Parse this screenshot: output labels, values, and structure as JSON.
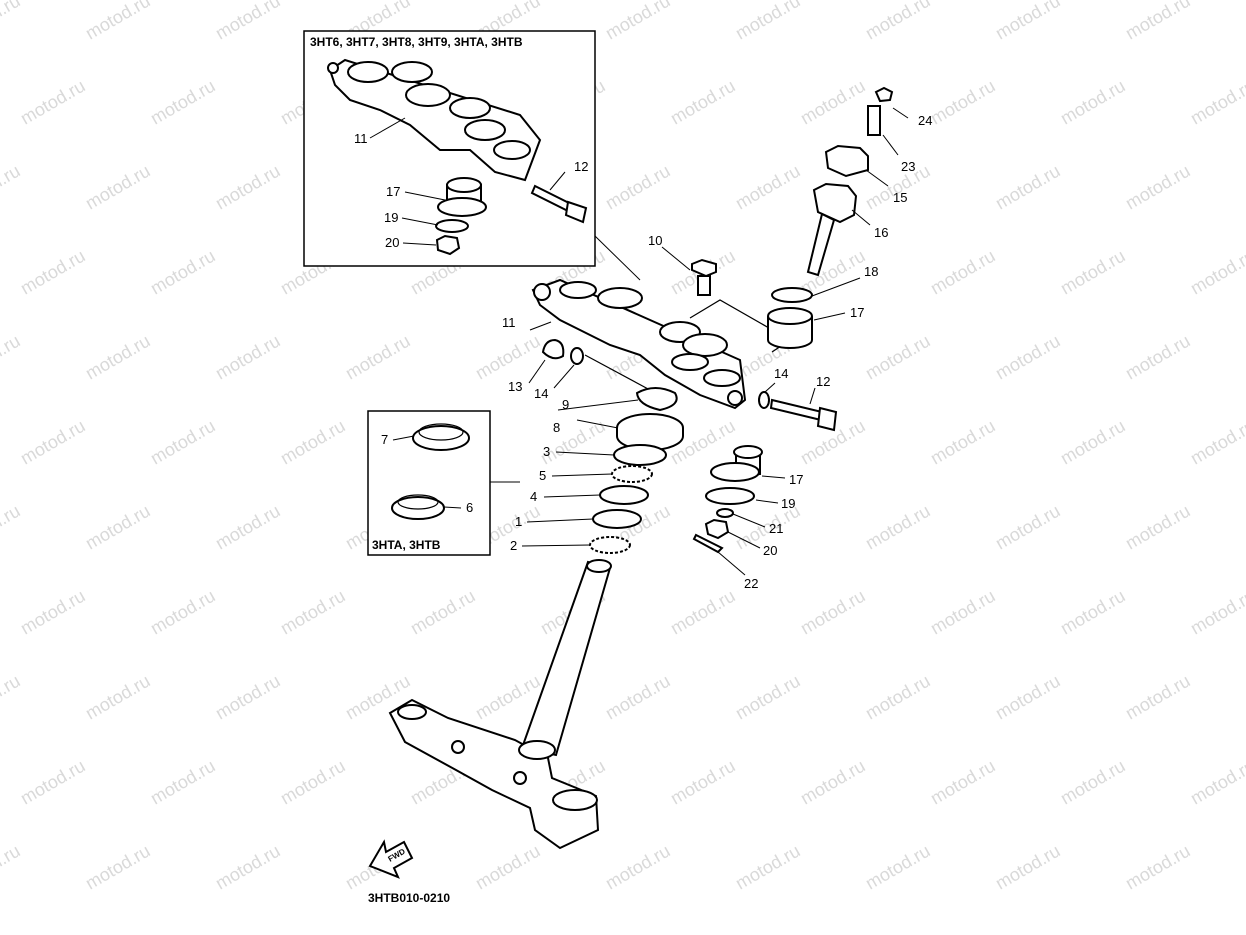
{
  "watermark": "motod.ru",
  "inset_top_caption": "3HT6, 3HT7, 3HT8, 3HT9, 3HTA, 3HTB",
  "inset_bottom_caption": "3HTA, 3HTB",
  "fwd_label": "FWD",
  "drawing_code": "3HTB010-0210",
  "callouts": {
    "c11a": "11",
    "c12a": "12",
    "c17a": "17",
    "c19a": "19",
    "c20a": "20",
    "c10": "10",
    "c11": "11",
    "c13": "13",
    "c14a": "14",
    "c9": "9",
    "c8": "8",
    "c3": "3",
    "c5": "5",
    "c4": "4",
    "c1": "1",
    "c2": "2",
    "c24": "24",
    "c23": "23",
    "c15": "15",
    "c16": "16",
    "c18": "18",
    "c17b": "17",
    "c14b": "14",
    "c12b": "12",
    "c17c": "17",
    "c19b": "19",
    "c21": "21",
    "c20b": "20",
    "c22": "22",
    "c7": "7",
    "c6": "6"
  }
}
